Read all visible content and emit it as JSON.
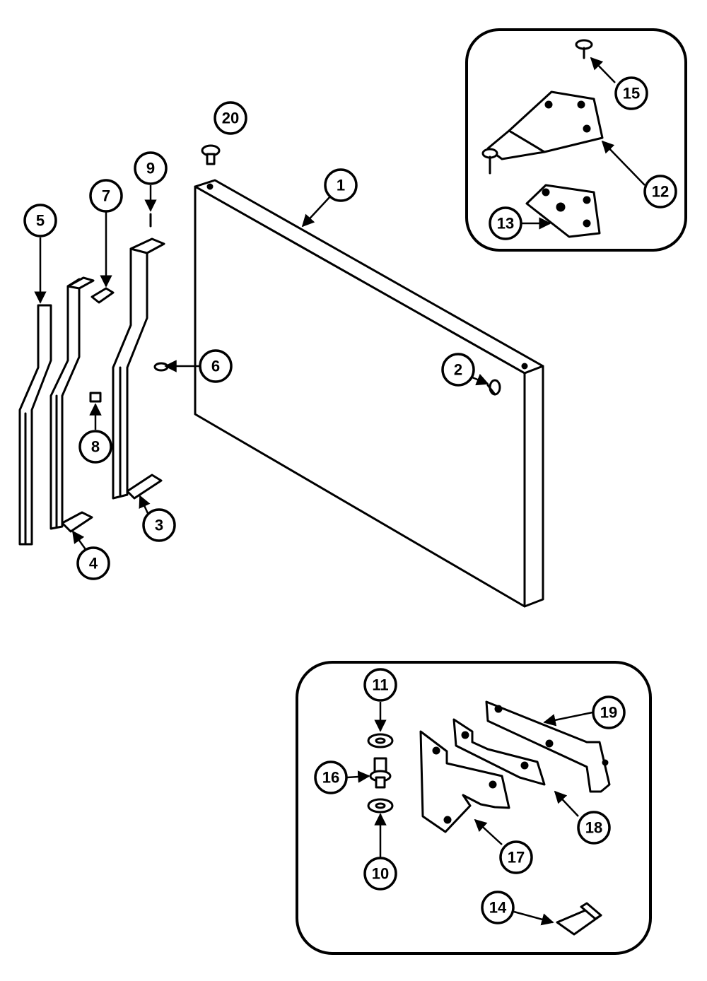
{
  "diagram": {
    "callouts": {
      "c1": "1",
      "c2": "2",
      "c3": "3",
      "c4": "4",
      "c5": "5",
      "c6": "6",
      "c7": "7",
      "c8": "8",
      "c9": "9",
      "c10": "10",
      "c11": "11",
      "c12": "12",
      "c13": "13",
      "c14": "14",
      "c15": "15",
      "c16": "16",
      "c17": "17",
      "c18": "18",
      "c19": "19",
      "c20": "20"
    },
    "colors": {
      "line": "#000000",
      "background": "#ffffff"
    }
  }
}
